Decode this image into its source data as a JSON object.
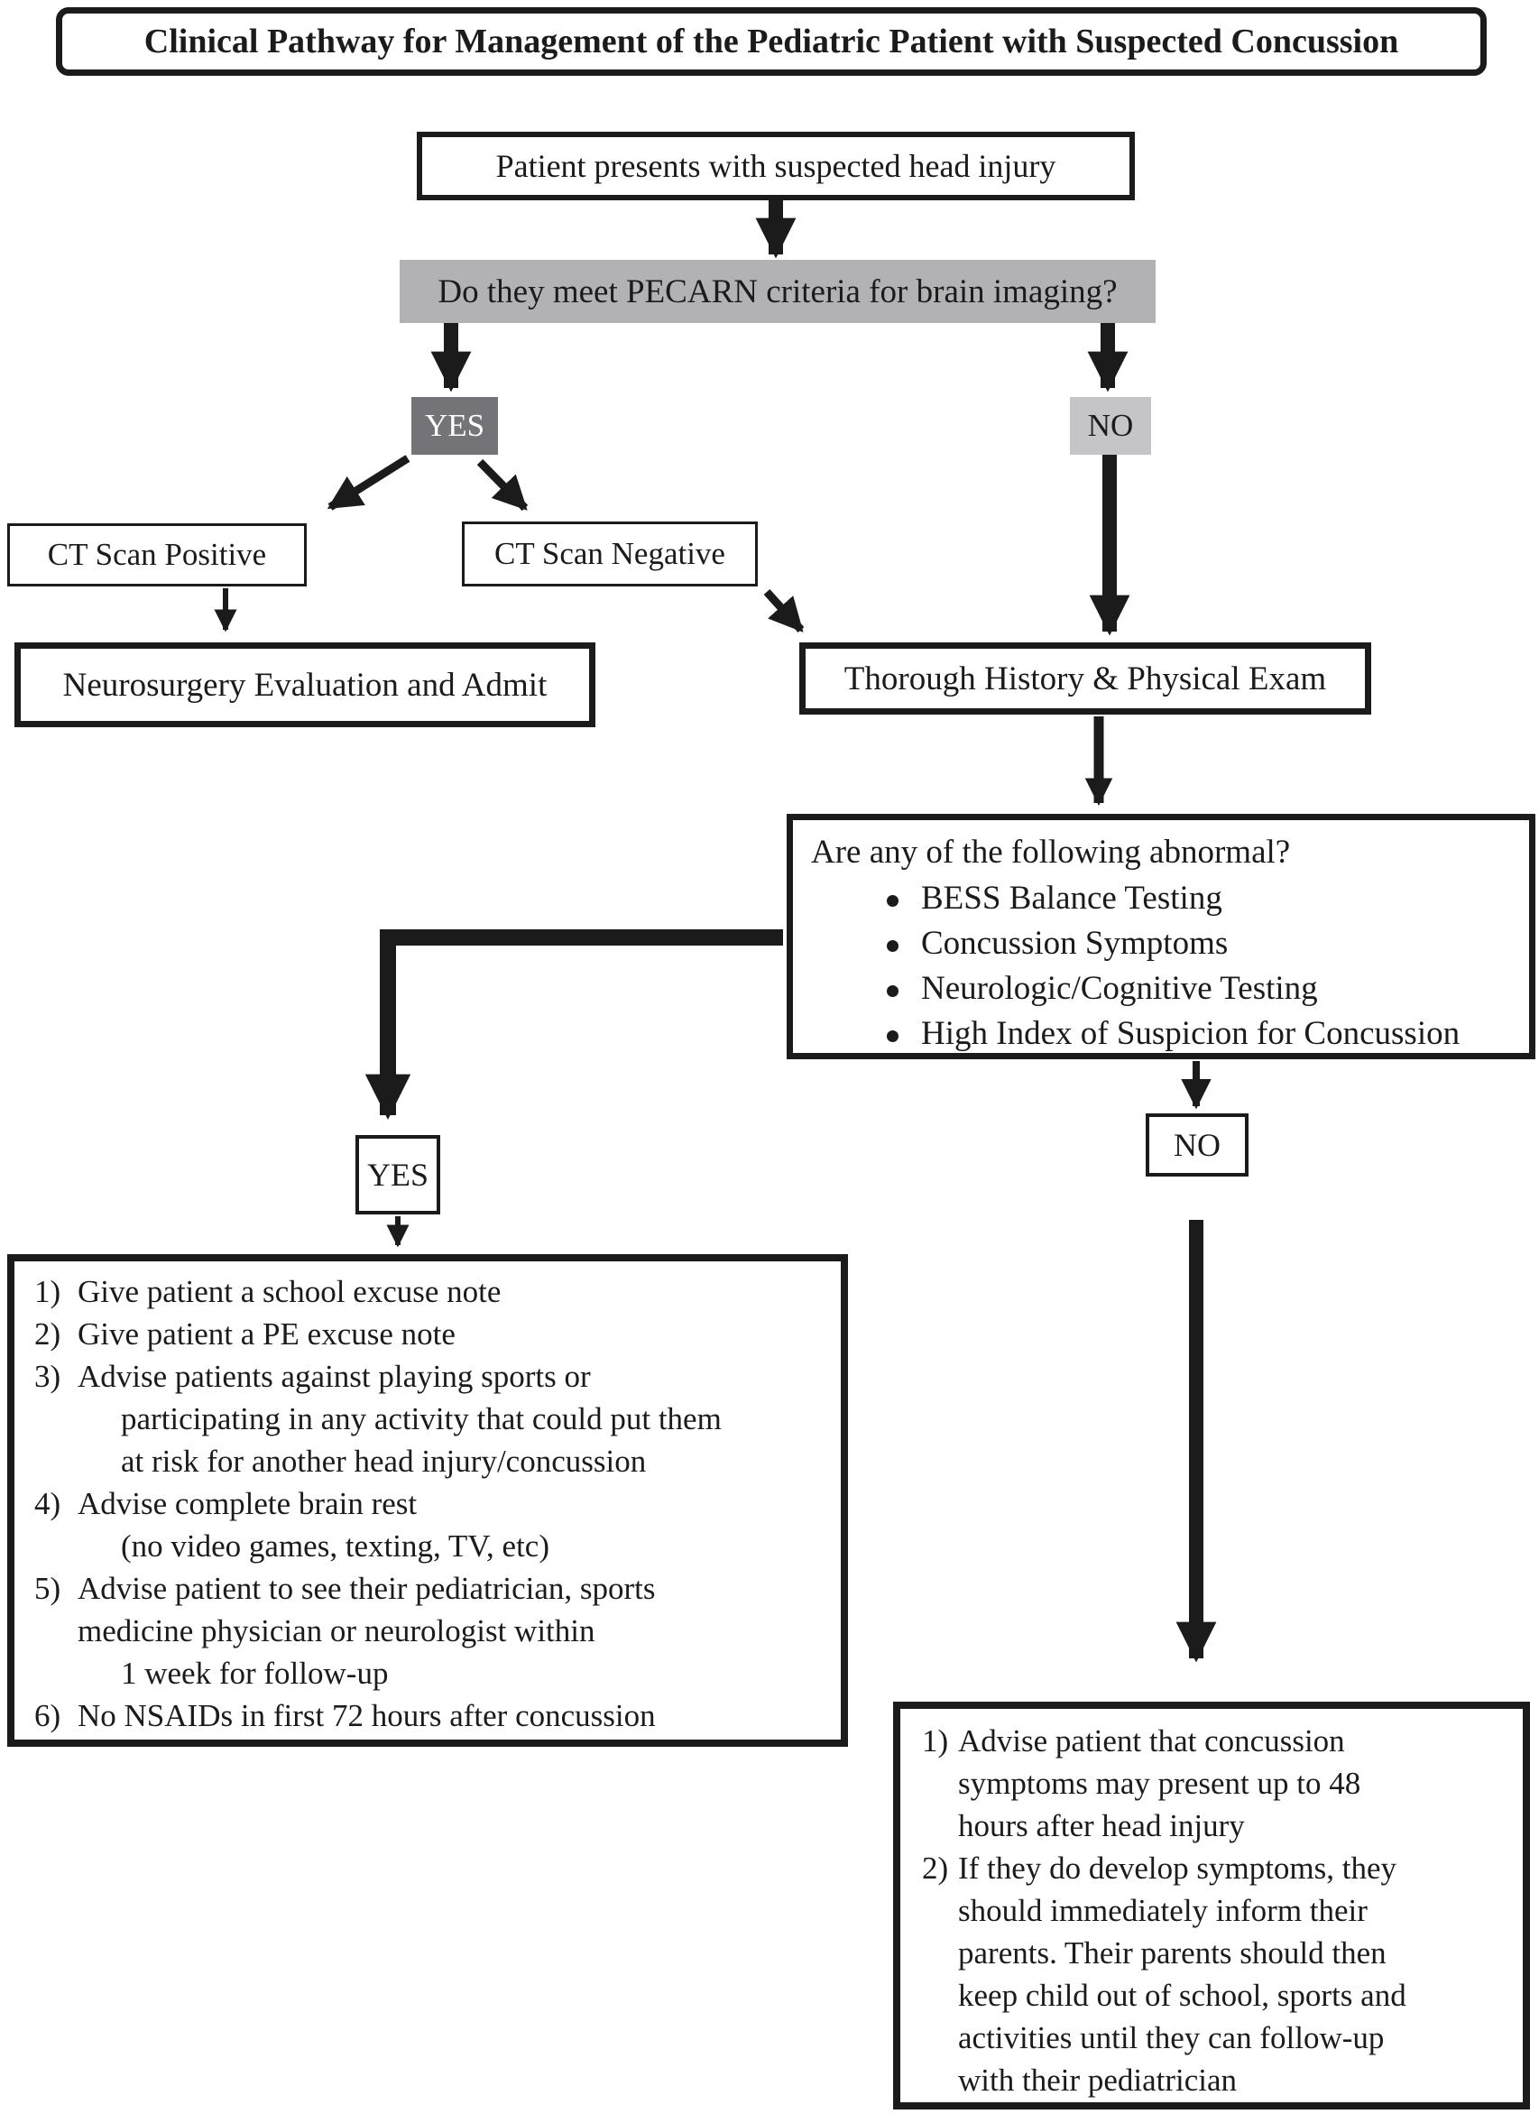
{
  "title": "Clinical Pathway for Management of the Pediatric Patient with Suspected Concussion",
  "nodes": {
    "patient": "Patient presents with suspected head injury",
    "pecarn_question": "Do they meet PECARN criteria for brain imaging?",
    "yes1": "YES",
    "no1": "NO",
    "ct_positive": "CT Scan Positive",
    "ct_negative": "CT Scan Negative",
    "neurosurgery": "Neurosurgery Evaluation and Admit",
    "history_exam": "Thorough History & Physical Exam",
    "abnormal_question": "Are any of the following abnormal?",
    "abnormal_bullets": [
      "BESS Balance Testing",
      "Concussion Symptoms",
      "Neurologic/Cognitive Testing",
      "High Index of Suspicion for Concussion"
    ],
    "yes2": "YES",
    "no2": "NO"
  },
  "yes_plan": {
    "lines": [
      {
        "num": "1)",
        "text": "Give patient a school excuse note"
      },
      {
        "num": "2)",
        "text": "Give patient a PE excuse note"
      },
      {
        "num": "3)",
        "text": "Advise patients against playing sports or"
      },
      {
        "num": "",
        "text": "participating in any activity that could put them"
      },
      {
        "num": "",
        "text": "at risk for another head injury/concussion"
      },
      {
        "num": "4)",
        "text": "Advise complete brain rest"
      },
      {
        "num": "",
        "text": "(no video games, texting, TV, etc)"
      },
      {
        "num": "5)",
        "text": "Advise patient to see their pediatrician, sports"
      },
      {
        "num": "",
        "text": "medicine physician or neurologist within"
      },
      {
        "num": "",
        "text": "1 week for follow-up"
      },
      {
        "num": "6)",
        "text": "No NSAIDs in first 72 hours after concussion"
      }
    ]
  },
  "no_plan": {
    "lines": [
      {
        "num": "1)",
        "text": "Advise patient that concussion"
      },
      {
        "num": "",
        "text": "symptoms may present up to 48"
      },
      {
        "num": "",
        "text": "hours after head injury"
      },
      {
        "num": "2)",
        "text": "If they do develop symptoms, they"
      },
      {
        "num": "",
        "text": "should immediately inform their"
      },
      {
        "num": "",
        "text": "parents. Their parents should then"
      },
      {
        "num": "",
        "text": "keep child out of school, sports and"
      },
      {
        "num": "",
        "text": "activities until they can follow-up"
      },
      {
        "num": "",
        "text": "with their pediatrician"
      }
    ]
  },
  "colors": {
    "line_and_border": "#1b1b1b",
    "question_bar_bg": "#b2b2b5",
    "yes_box_bg": "#737378",
    "yes_box_text": "#ffffff",
    "no_box_bg": "#c5c5c8"
  }
}
